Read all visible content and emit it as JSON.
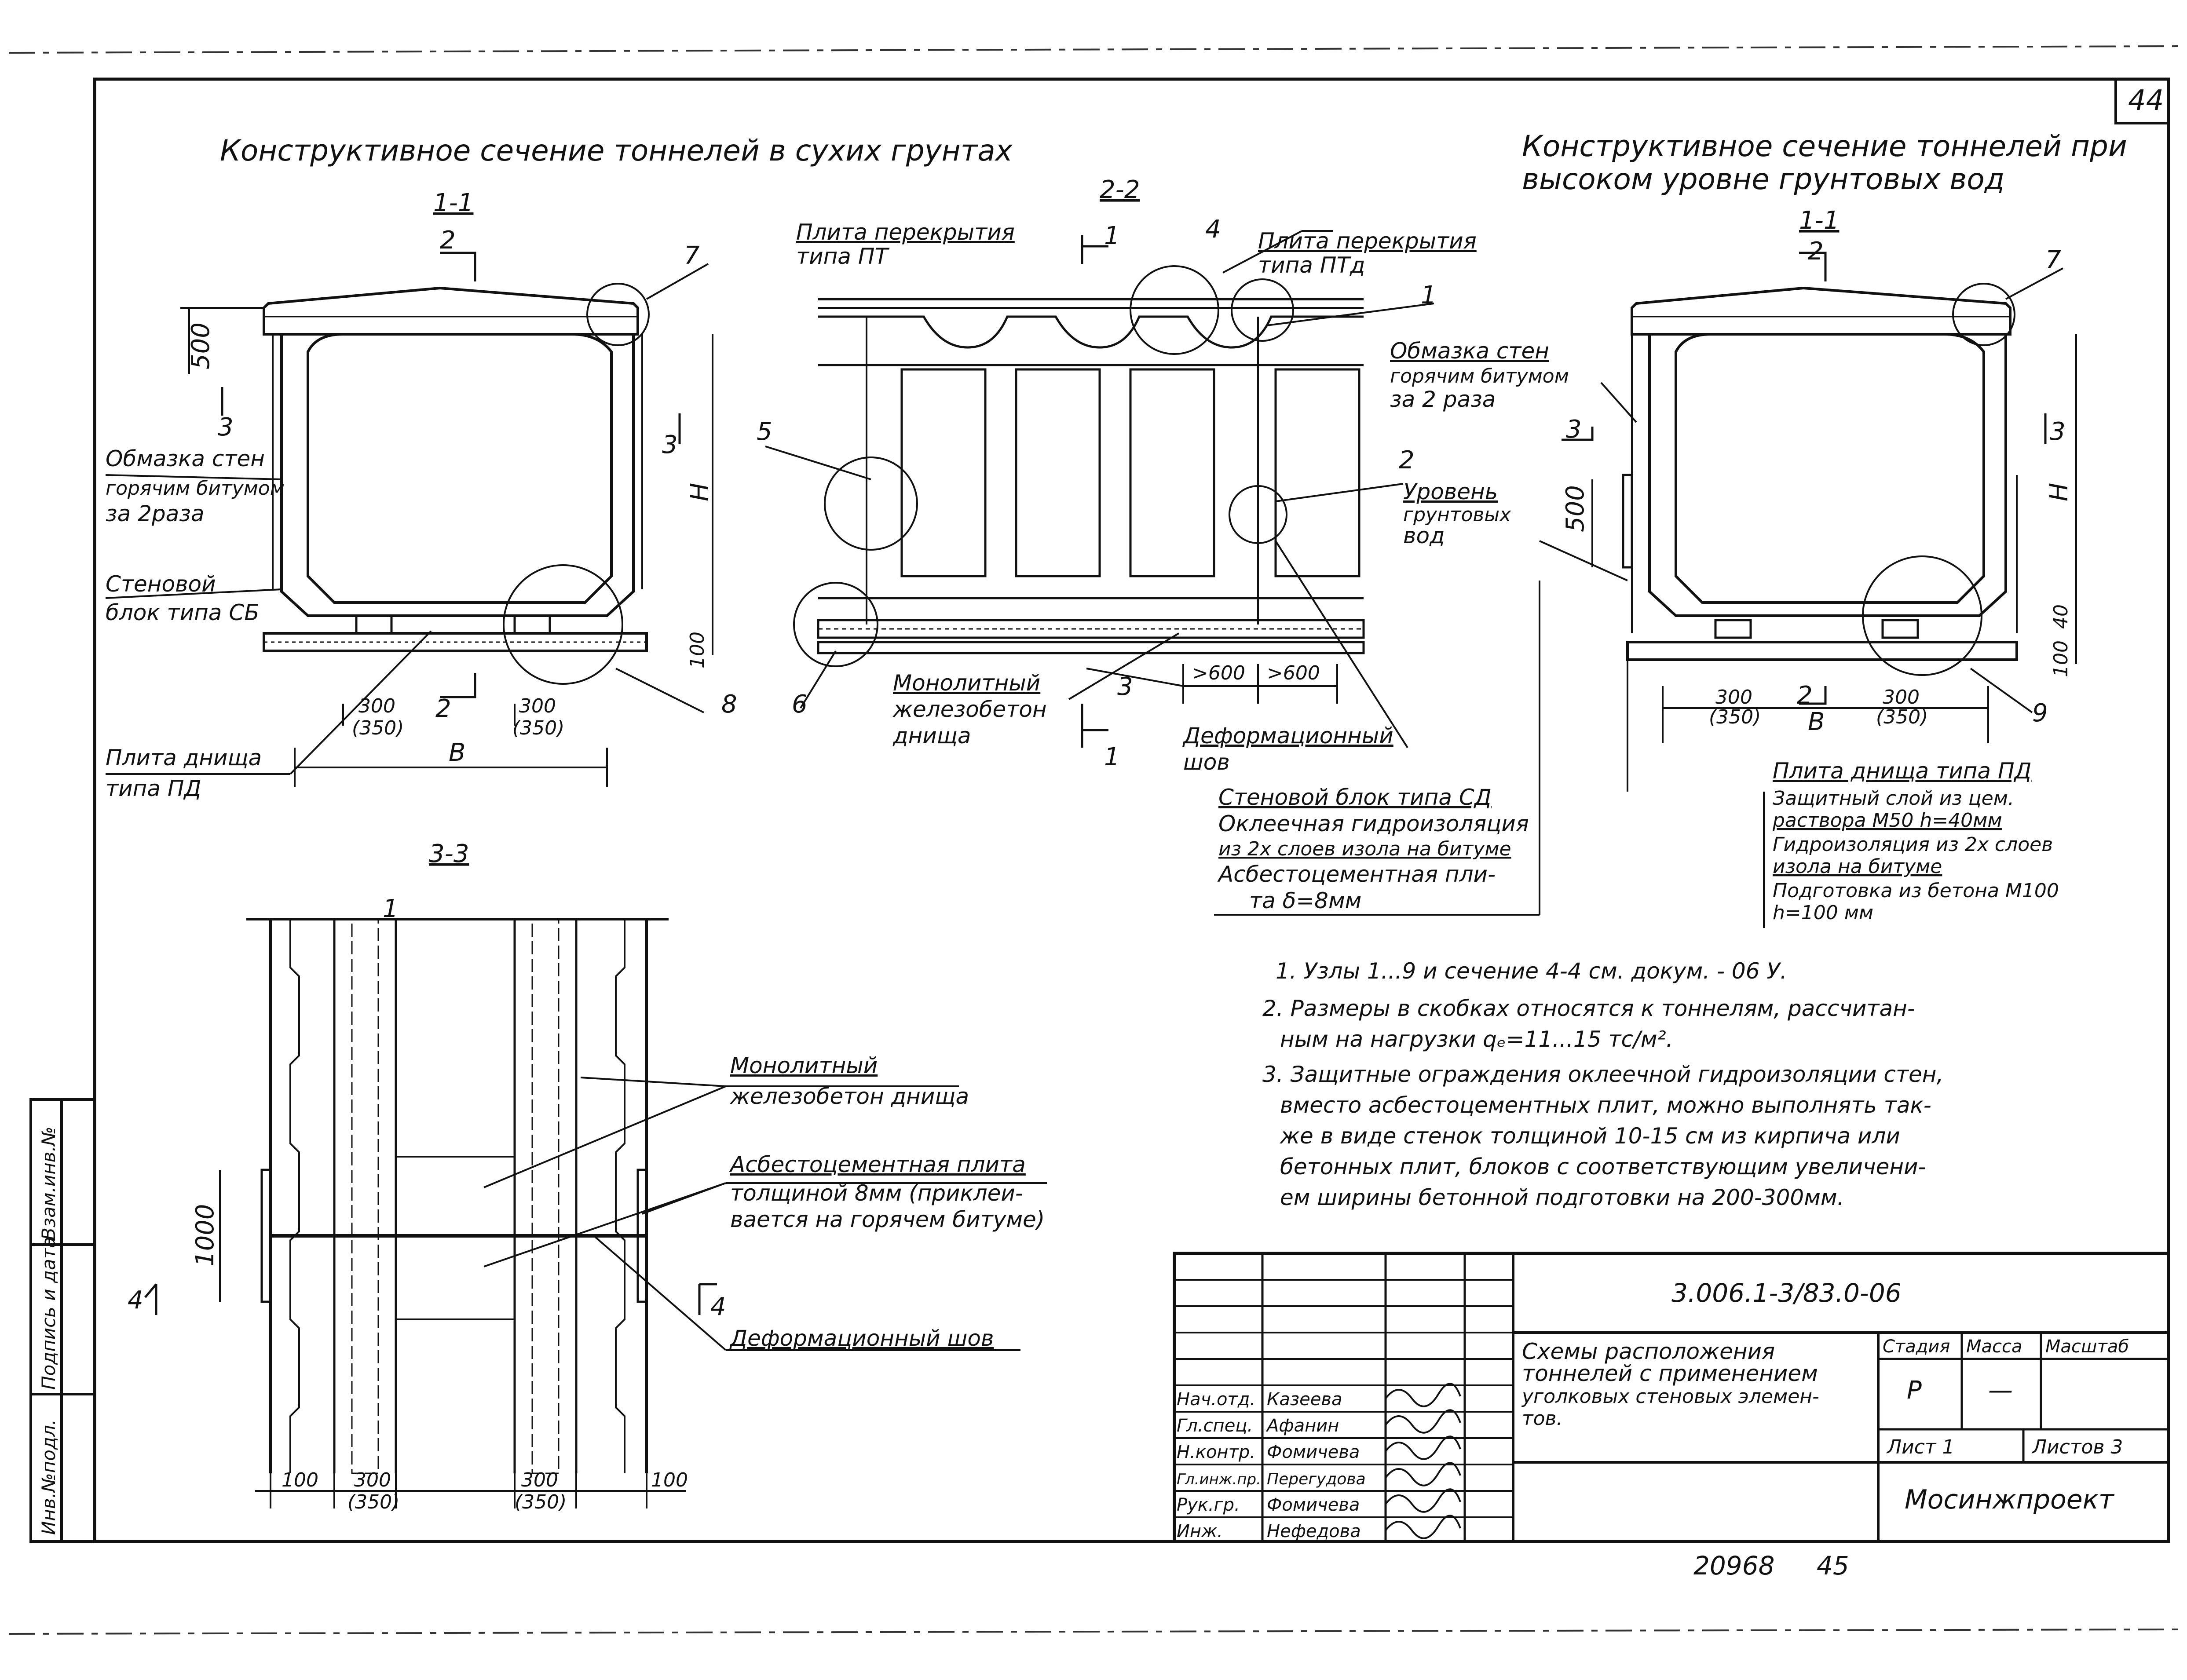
{
  "page_number": "44",
  "titles": {
    "dry": "Конструктивное сечение тоннелей в сухих грунтах",
    "wet_line1": "Конструктивное сечение тоннелей при",
    "wet_line2": "высоком уровне грунтовых вод"
  },
  "sections": {
    "s11_left": "1-1",
    "s22": "2-2",
    "s33": "3-3",
    "s11_right": "1-1"
  },
  "marks": {
    "m1": "1",
    "m2": "2",
    "m3": "3",
    "m4": "4",
    "m5": "5",
    "m6": "6",
    "m7": "7",
    "m8": "8",
    "m9": "9"
  },
  "dims": {
    "d500": "500",
    "dH": "H",
    "dB": "B",
    "d100": "100",
    "d40": "40",
    "d300": "300",
    "d350": "(350)",
    "d600": ">600",
    "d1000": "1000",
    "d100s": "100"
  },
  "labels_dry": {
    "coating_l1": "Обмазка стен",
    "coating_l2": "горячим битумом",
    "coating_l3": "за 2раза",
    "wallblock_l1": "Стеновой",
    "wallblock_l2": "блок типа СБ",
    "bottom_l1": "Плита днища",
    "bottom_l2": "типа ПД"
  },
  "labels_22": {
    "slab_pt_l1": "Плита перекрытия",
    "slab_pt_l2": "типа ПТ",
    "slab_ptd_l1": "Плита перекрытия",
    "slab_ptd_l2": "типа ПТд",
    "coating_l1": "Обмазка стен",
    "coating_l2": "горячим битумом",
    "coating_l3": "за 2 раза",
    "water_l1": "Уровень",
    "water_l2": "грунтовых",
    "water_l3": "вод",
    "mono_l1": "Монолитный",
    "mono_l2": "железобетон",
    "mono_l3": "днища",
    "joint_l1": "Деформационный",
    "joint_l2": "шов"
  },
  "legend_wall": [
    "Стеновой блок типа СД",
    "Оклеечная гидроизоляция",
    "из 2х слоев изола на битуме",
    "Асбестоцементная пли-",
    "та δ=8мм"
  ],
  "legend_bottom": [
    "Плита днища типа ПД",
    "Защитный слой из цем.",
    "раствора М50 h=40мм",
    "Гидроизоляция из 2х слоев",
    "изола на битуме",
    "Подготовка из бетона М100",
    "h=100 мм"
  ],
  "labels_33": {
    "mono_l1": "Монолитный",
    "mono_l2": "железобетон днища",
    "asb_l1": "Асбестоцементная плита",
    "asb_l2": "толщиной 8мм (приклеи-",
    "asb_l3": "вается на горячем битуме)",
    "joint": "Деформационный шов"
  },
  "notes": [
    "1. Узлы 1...9 и сечение 4-4 см. докум. - 06 У.",
    "2. Размеры в скобках относятся к тоннелям, рассчитан-",
    "ным на нагрузки qₑ=11...15 тс/м².",
    "3. Защитные ограждения оклеечной гидроизоляции стен,",
    "вместо асбестоцементных плит, можно выполнять так-",
    "же в виде стенок толщиной 10-15 см из кирпича или",
    "бетонных плит, блоков с соответствующим увеличени-",
    "ем ширины бетонной подготовки на 200-300мм."
  ],
  "side_stamp": [
    "Инв.№подл.",
    "Подпись и дата",
    "Взам.инв.№"
  ],
  "title_block": {
    "code": "3.006.1-3/83.0-06",
    "title_lines": [
      "Схемы расположения",
      "тоннелей с применением",
      "уголковых стеновых элемен-",
      "тов."
    ],
    "stage_label": "Стадия",
    "mass_label": "Масса",
    "scale_label": "Масштаб",
    "stage_value": "Р",
    "mass_value": "—",
    "sheet_label": "Лист 1",
    "sheets_label": "Листов 3",
    "org": "Мосинжпроект",
    "roles": [
      "Нач.отд.",
      "Гл.спец.",
      "Н.контр.",
      "Гл.инж.пр.",
      "Рук.гр.",
      "Инж."
    ],
    "names": [
      "Казеева",
      "Афанин",
      "Фомичева",
      "Перегудова",
      "Фомичева",
      "Нефедова"
    ]
  },
  "bottom_numbers": {
    "archive": "20968",
    "page": "45"
  }
}
